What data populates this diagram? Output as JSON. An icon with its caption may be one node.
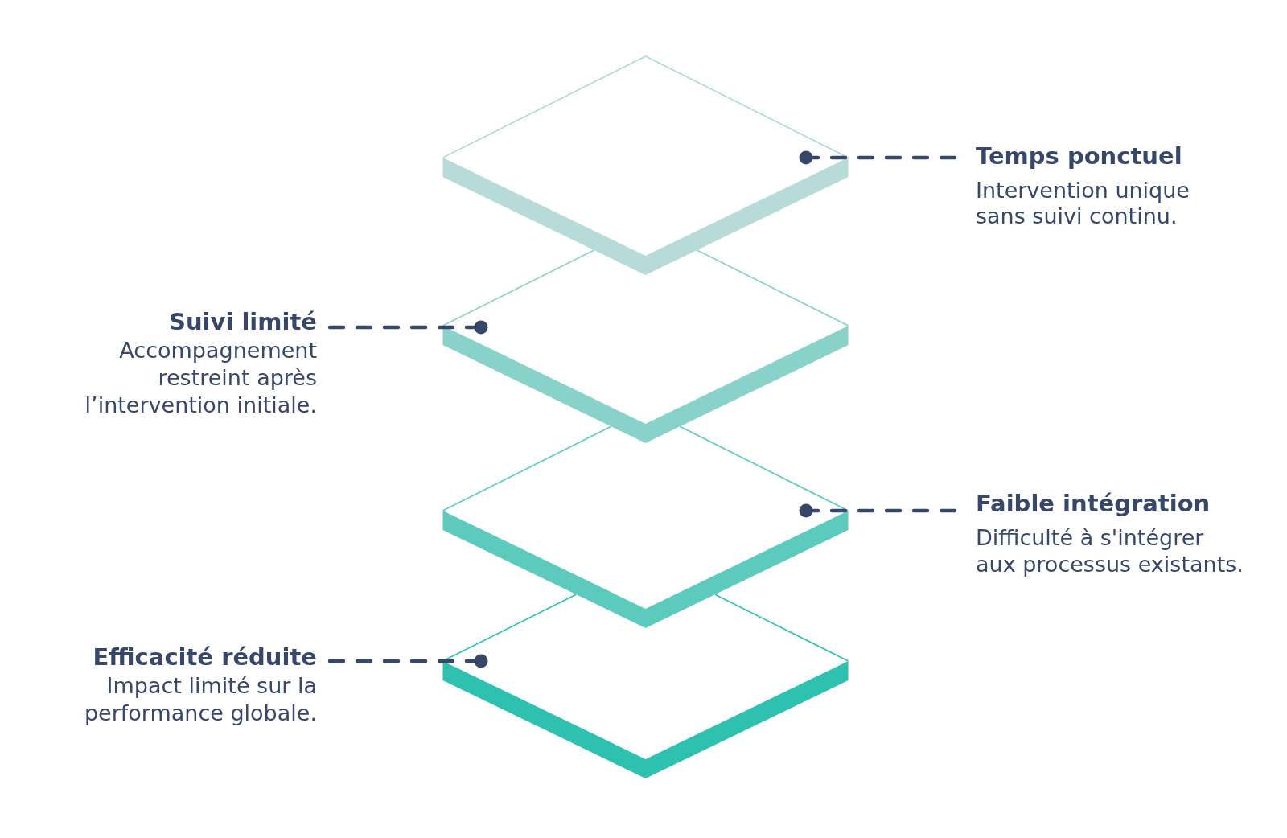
{
  "diagram": {
    "nodes": [
      {
        "text": [],
        "shape": "diamond"
      },
      {
        "text": [
          "Temps ponctuel",
          "Intervention unique sans suivi continu."
        ]
      },
      {
        "text": [],
        "shape": "diamond"
      },
      {
        "text": [
          "Suivi limité",
          "Accompagnement restreint après l’intervention initiale."
        ]
      },
      {
        "text": [],
        "shape": "diamond"
      },
      {
        "text": [
          "Faible intégration",
          "Difficulté à s'intégrer aux processus existants."
        ]
      },
      {
        "text": [],
        "shape": "diamond"
      },
      {
        "text": [
          "Efficacité réduite",
          "Impact limité sur la performance globale."
        ]
      }
    ],
    "edges": [
      {
        "from": 1,
        "to": 0,
        "arrow": "other",
        "style": "dashed"
      },
      {
        "from": 3,
        "to": 2,
        "arrow": "other",
        "style": "dashed"
      },
      {
        "from": 5,
        "to": 4,
        "arrow": "other",
        "style": "dashed"
      },
      {
        "from": 7,
        "to": 6,
        "arrow": "other",
        "style": "dashed"
      }
    ]
  }
}
